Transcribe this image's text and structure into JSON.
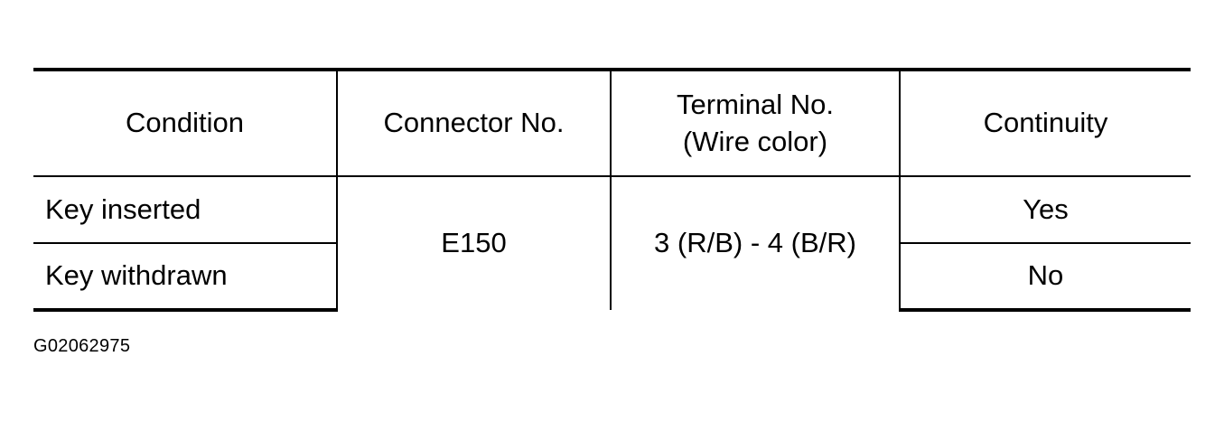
{
  "table": {
    "headers": {
      "condition": "Condition",
      "connector": "Connector No.",
      "terminal_line1": "Terminal No.",
      "terminal_line2": "(Wire color)",
      "continuity": "Continuity"
    },
    "connector_no": "E150",
    "terminal": "3 (R/B) - 4 (B/R)",
    "rows": [
      {
        "condition": "Key inserted",
        "continuity": "Yes"
      },
      {
        "condition": "Key withdrawn",
        "continuity": "No"
      }
    ]
  },
  "figure_id": "G02062975"
}
